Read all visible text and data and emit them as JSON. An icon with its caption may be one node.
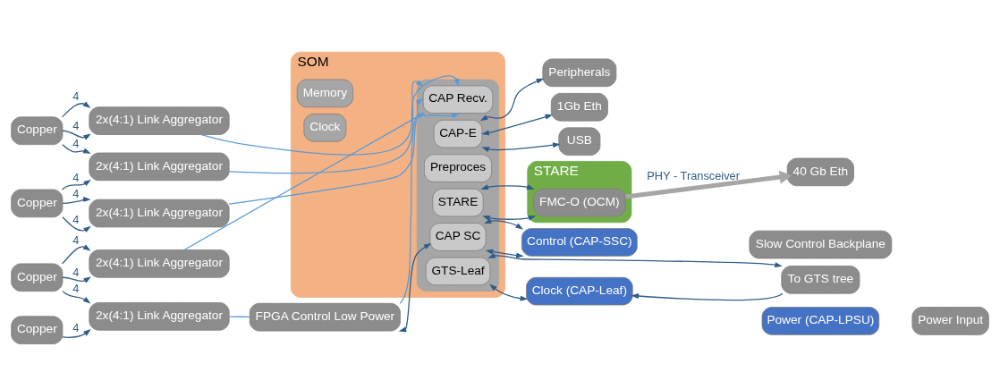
{
  "diagram": {
    "nodes": [
      {
        "text": [
          "Copper"
        ]
      },
      {
        "text": [
          "Copper"
        ]
      },
      {
        "text": [
          "Copper"
        ]
      },
      {
        "text": [
          "Copper"
        ]
      },
      {
        "text": [
          "2x(4:1) Link Aggregator"
        ]
      },
      {
        "text": [
          "2x(4:1) Link Aggregator"
        ]
      },
      {
        "text": [
          "2x(4:1) Link Aggregator"
        ]
      },
      {
        "text": [
          "2x(4:1) Link Aggregator"
        ]
      },
      {
        "text": [
          "2x(4:1) Link Aggregator"
        ]
      },
      {
        "text": [
          "Peripherals"
        ]
      },
      {
        "text": [
          "1Gb Eth"
        ]
      },
      {
        "text": [
          "USB"
        ]
      },
      {
        "text": [
          "SOM"
        ]
      },
      {
        "text": [
          "Memory"
        ],
        "in": 12
      },
      {
        "text": [
          "Clock"
        ],
        "in": 12
      },
      {
        "text": [],
        "shape": "box",
        "in": 12
      },
      {
        "text": [
          "CAP Recv."
        ],
        "in": 15
      },
      {
        "text": [
          "CAP-E"
        ],
        "in": 15
      },
      {
        "text": [
          "Preproces"
        ],
        "in": 15
      },
      {
        "text": [
          "STARE"
        ],
        "in": 15
      },
      {
        "text": [
          "CAP SC"
        ],
        "in": 15
      },
      {
        "text": [
          "GTS-Leaf"
        ],
        "in": 15
      },
      {
        "text": [
          "STARE"
        ]
      },
      {
        "text": [
          "FMC-O (OCM)"
        ],
        "in": 22
      },
      {
        "text": [
          "40 Gb Eth"
        ]
      },
      {
        "text": [
          "To GTS tree"
        ]
      },
      {
        "text": [
          "Power (CAP-LPSU)"
        ]
      },
      {
        "text": [
          "Power Input"
        ]
      },
      {
        "text": [
          "FPGA Control Low Power"
        ]
      },
      {
        "text": [
          "Control (CAP-SSC)"
        ]
      },
      {
        "text": [
          "Clock (CAP-Leaf)"
        ]
      },
      {
        "text": [
          "Slow Control Backplane"
        ]
      }
    ],
    "edges": [
      {
        "from": 0,
        "to": 4,
        "arrow": "to",
        "label": "4"
      },
      {
        "from": 0,
        "to": 4,
        "arrow": "to",
        "label": "4"
      },
      {
        "from": 0,
        "to": 5,
        "arrow": "to",
        "label": "4"
      },
      {
        "from": 1,
        "to": 5,
        "arrow": "to",
        "label": "4"
      },
      {
        "from": 1,
        "to": 6,
        "arrow": "to",
        "label": "4"
      },
      {
        "from": 1,
        "to": 6,
        "arrow": "to",
        "label": "4"
      },
      {
        "from": 2,
        "to": 7,
        "arrow": "to",
        "label": "4"
      },
      {
        "from": 2,
        "to": 7,
        "arrow": "to",
        "label": "4"
      },
      {
        "from": 2,
        "to": 8,
        "arrow": "to",
        "label": "4"
      },
      {
        "from": 3,
        "to": 8,
        "arrow": "to",
        "label": "4"
      },
      {
        "from": 4,
        "to": 16,
        "arrow": "to",
        "color": "#5b9bd5"
      },
      {
        "from": 5,
        "to": 16,
        "arrow": "to",
        "color": "#5b9bd5"
      },
      {
        "from": 6,
        "to": 16,
        "arrow": "to",
        "color": "#5b9bd5"
      },
      {
        "from": 7,
        "to": 16,
        "arrow": "to",
        "color": "#5b9bd5"
      },
      {
        "from": 8,
        "to": 28,
        "arrow": "none",
        "color": "#5b9bd5"
      },
      {
        "from": 28,
        "to": 16,
        "arrow": "to",
        "color": "#5b9bd5"
      },
      {
        "from": 17,
        "to": 9,
        "arrow": "both"
      },
      {
        "from": 17,
        "to": 10,
        "arrow": "both"
      },
      {
        "from": 17,
        "to": 11,
        "arrow": "both"
      },
      {
        "from": 19,
        "to": 23,
        "arrow": "both"
      },
      {
        "from": 19,
        "to": 23,
        "arrow": "both"
      },
      {
        "from": 23,
        "to": 24,
        "arrow": "to",
        "label": "PHY - Transceiver",
        "style": "thick",
        "color": "#a6a6a6"
      },
      {
        "from": 21,
        "to": 25,
        "arrow": "both"
      },
      {
        "from": 25,
        "to": 30,
        "arrow": "to"
      },
      {
        "from": 20,
        "to": 28,
        "arrow": "both"
      },
      {
        "from": 20,
        "to": 29,
        "arrow": "both"
      },
      {
        "from": 20,
        "to": 29,
        "arrow": "both"
      },
      {
        "from": 21,
        "to": 30,
        "arrow": "both"
      }
    ]
  }
}
